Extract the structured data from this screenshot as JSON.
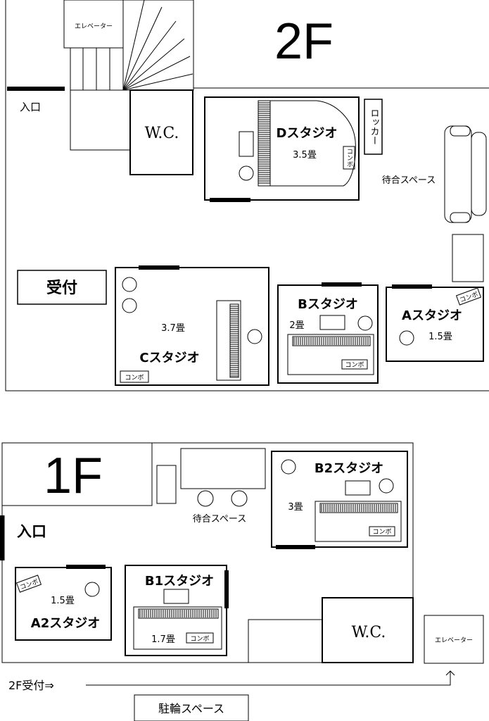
{
  "floor2": {
    "title": "2F",
    "elevator": "エレベーター",
    "entrance": "入口",
    "wc": "W.C.",
    "locker": "ロッカー",
    "waiting": "待合スペース",
    "reception": "受付",
    "studio_d": {
      "name": "Dスタジオ",
      "size": "3.5畳",
      "combo": "コンボ"
    },
    "studio_c": {
      "name": "Cスタジオ",
      "size": "3.7畳",
      "combo": "コンボ"
    },
    "studio_b": {
      "name": "Bスタジオ",
      "size": "2畳",
      "combo": "コンボ"
    },
    "studio_a": {
      "name": "Aスタジオ",
      "size": "1.5畳",
      "combo": "コンボ"
    }
  },
  "floor1": {
    "title": "1F",
    "entrance": "入口",
    "waiting": "待合スペース",
    "wc": "W.C.",
    "elevator": "エレベーター",
    "studio_b2": {
      "name": "B2スタジオ",
      "size": "3畳",
      "combo": "コンボ"
    },
    "studio_b1": {
      "name": "B1スタジオ",
      "size": "1.7畳",
      "combo": "コンボ"
    },
    "studio_a2": {
      "name": "A2スタジオ",
      "size": "1.5畳",
      "combo": "コンボ"
    }
  },
  "directions": {
    "to_reception": "2F受付⇒",
    "bicycle": "駐輪スペース"
  }
}
